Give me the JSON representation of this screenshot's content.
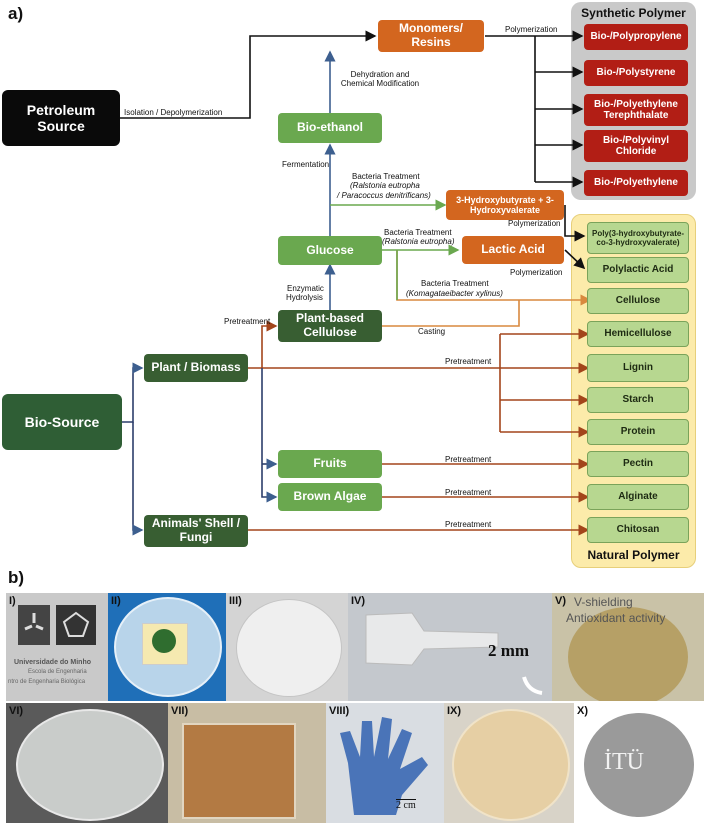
{
  "panel_a": {
    "label": "a)",
    "sources": {
      "petroleum": "Petroleum Source",
      "bio": "Bio-Source"
    },
    "petro_chain": {
      "monomers": "Monomers/ Resins",
      "bioethanol": "Bio-ethanol",
      "glucose": "Glucose",
      "plant_cellulose": "Plant-based Cellulose"
    },
    "bio_chain": {
      "plant_biomass": "Plant / Biomass",
      "fruits": "Fruits",
      "brown_algae": "Brown Algae",
      "animals": "Animals' Shell / Fungi"
    },
    "intermediates": {
      "phb_phv": "3-Hydroxybutyrate + 3-Hydroxyvalerate",
      "lactic": "Lactic Acid"
    },
    "synthetic": {
      "title": "Synthetic Polymer",
      "items": [
        "Bio-/Polypropylene",
        "Bio-/Polystyrene",
        "Bio-/Polyethylene Terephthalate",
        "Bio-/Polyvinyl Chloride",
        "Bio-/Polyethylene"
      ]
    },
    "natural": {
      "title": "Natural Polymer",
      "items": [
        "Poly(3-hydroxybutyrate-co-3-hydroxyvalerate)",
        "Polylactic Acid",
        "Cellulose",
        "Hemicellulose",
        "Lignin",
        "Starch",
        "Protein",
        "Pectin",
        "Alginate",
        "Chitosan"
      ]
    },
    "edges": {
      "isolation": "Isolation / Depolymerization",
      "polymerization_top": "Polymerization",
      "dehydration": "Dehydration and Chemical Modification",
      "fermentation": "Fermentation",
      "bact1_a": "Bacteria Treatment",
      "bact1_b": "(Ralstonia eutropha",
      "bact1_c": "/ Paracoccus denitrificans)",
      "polymerization_phb": "Polymerization",
      "bact2_a": "Bacteria Treatment",
      "bact2_b": "(Ralstonia eutropha)",
      "polymerization_pla": "Polymerization",
      "bact3_a": "Bacteria Treatment",
      "bact3_b": "(Komagataeibacter xylinus)",
      "enzymatic_a": "Enzymatic",
      "enzymatic_b": "Hydrolysis",
      "pretreatment_left": "Pretreatment",
      "casting": "Casting",
      "pretreatment_plant": "Pretreatment",
      "pretreatment_fruits": "Pretreatment",
      "pretreatment_algae": "Pretreatment",
      "pretreatment_animal": "Pretreatment"
    },
    "colors": {
      "black_arrow": "#111111",
      "blue_arrow": "#3d5f8f",
      "brown_arrow": "#a3451b",
      "green_arrow": "#6aa84f",
      "orange_arrow": "#d9893f",
      "synthetic_bg": "#c9c9c9",
      "natural_bg": "#fcebaa"
    }
  },
  "panel_b": {
    "label": "b)",
    "photos": [
      {
        "label": "I)",
        "text1": "Universidade do Minho",
        "text2": "Escola de Engenharia",
        "text3": "ntro de Engenharia Biológica"
      },
      {
        "label": "II)"
      },
      {
        "label": "III)"
      },
      {
        "label": "IV)",
        "text1": "2 mm"
      },
      {
        "label": "V)",
        "text1": "V-shielding",
        "text2": "Antioxidant activity"
      },
      {
        "label": "VI)"
      },
      {
        "label": "VII)"
      },
      {
        "label": "VIII)",
        "text1": "2 cm"
      },
      {
        "label": "IX)"
      },
      {
        "label": "X)",
        "text1": "İTÜ"
      }
    ]
  }
}
